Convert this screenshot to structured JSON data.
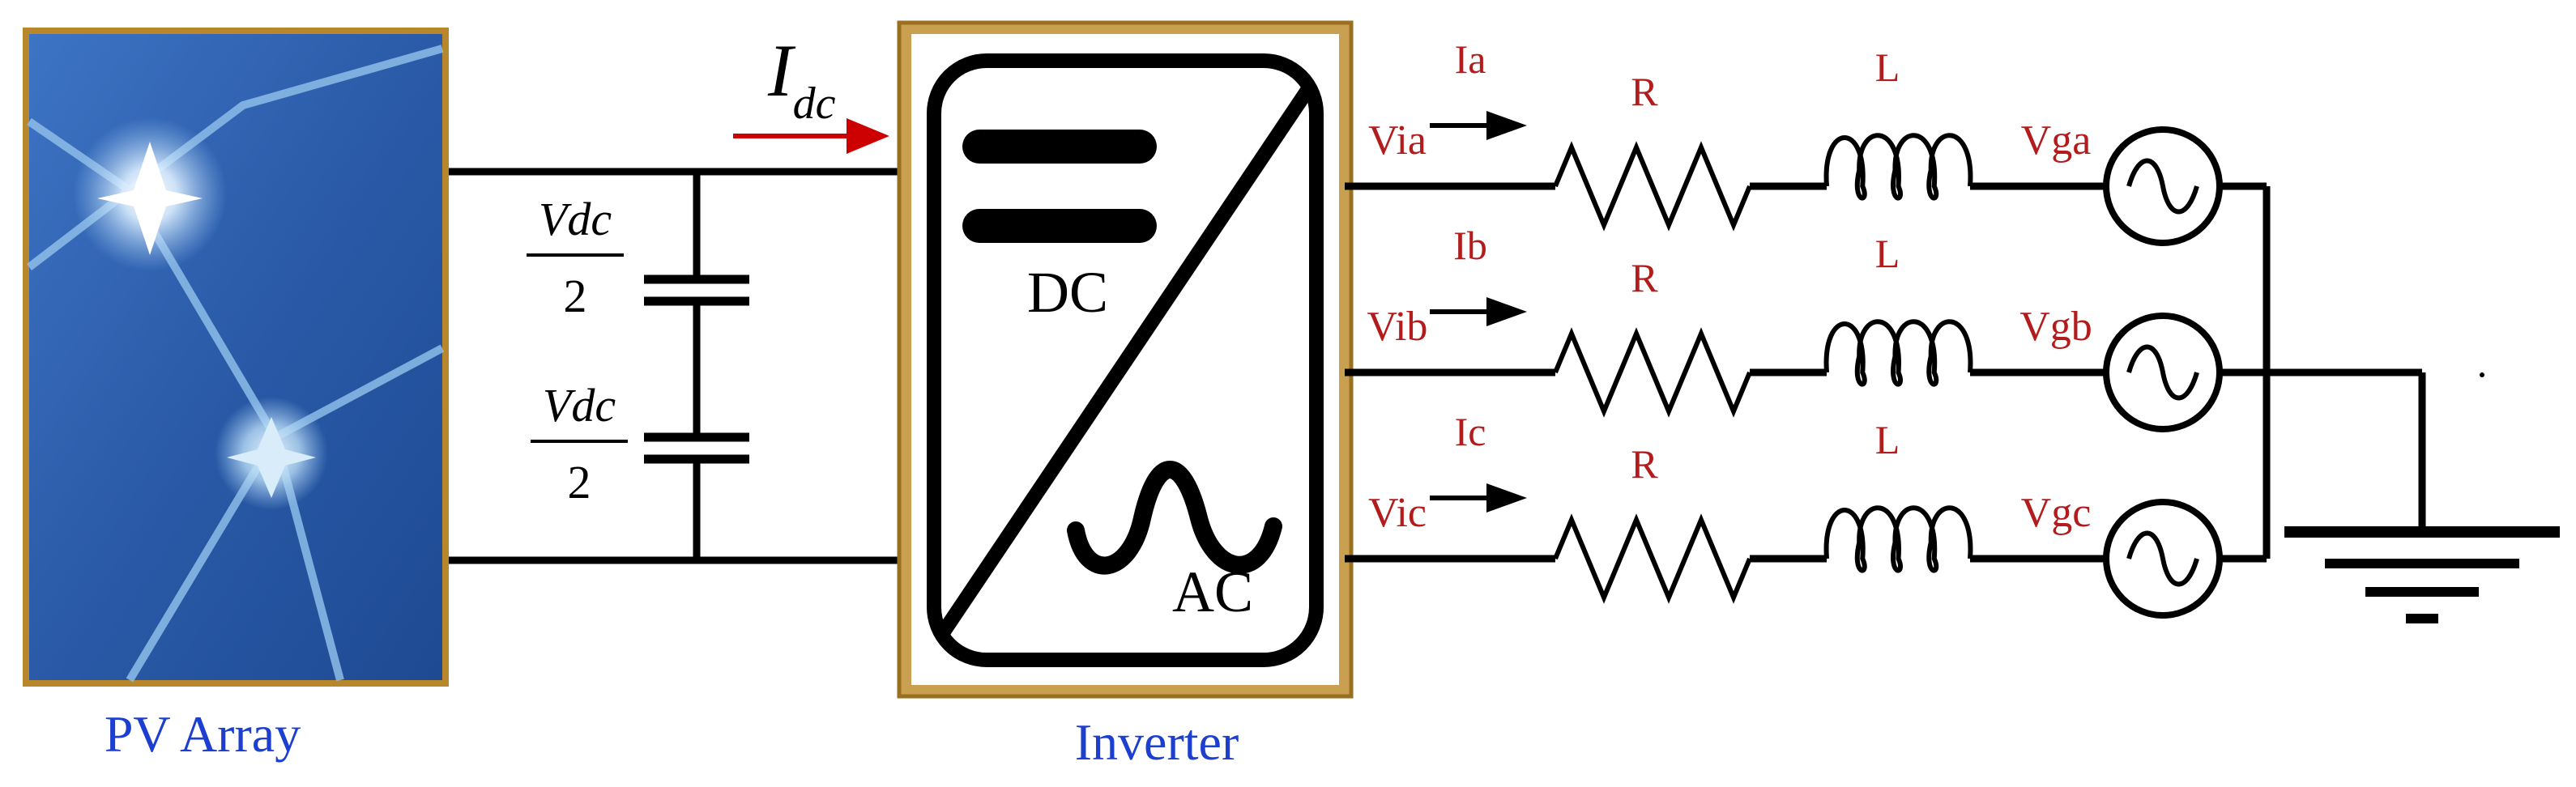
{
  "colors": {
    "wire": "#000000",
    "label_red": "#b31c1c",
    "label_blue": "#1d3fd0",
    "frame_gold": "#b8862b",
    "arrow_red": "#cc0000",
    "panel_blue": "#2a5aa8"
  },
  "pv": {
    "label": "PV Array"
  },
  "dc_link": {
    "current_symbol": "I",
    "current_subscript": "dc",
    "cap_top": {
      "numerator": "Vdc",
      "denominator": "2"
    },
    "cap_bottom": {
      "numerator": "Vdc",
      "denominator": "2"
    }
  },
  "inverter": {
    "label": "Inverter",
    "dc_text": "DC",
    "ac_text": "AC"
  },
  "phases": [
    {
      "current": "Ia",
      "inv_voltage": "Via",
      "resistor": "R",
      "inductor": "L",
      "grid_voltage": "Vga"
    },
    {
      "current": "Ib",
      "inv_voltage": "Vib",
      "resistor": "R",
      "inductor": "L",
      "grid_voltage": "Vgb"
    },
    {
      "current": "Ic",
      "inv_voltage": "Vic",
      "resistor": "R",
      "inductor": "L",
      "grid_voltage": "Vgc"
    }
  ],
  "icons": [
    "solar-panel-icon",
    "capacitor-icon",
    "dc-ac-converter-icon",
    "resistor-icon",
    "inductor-icon",
    "ac-source-icon",
    "ground-icon",
    "current-arrow-icon"
  ]
}
